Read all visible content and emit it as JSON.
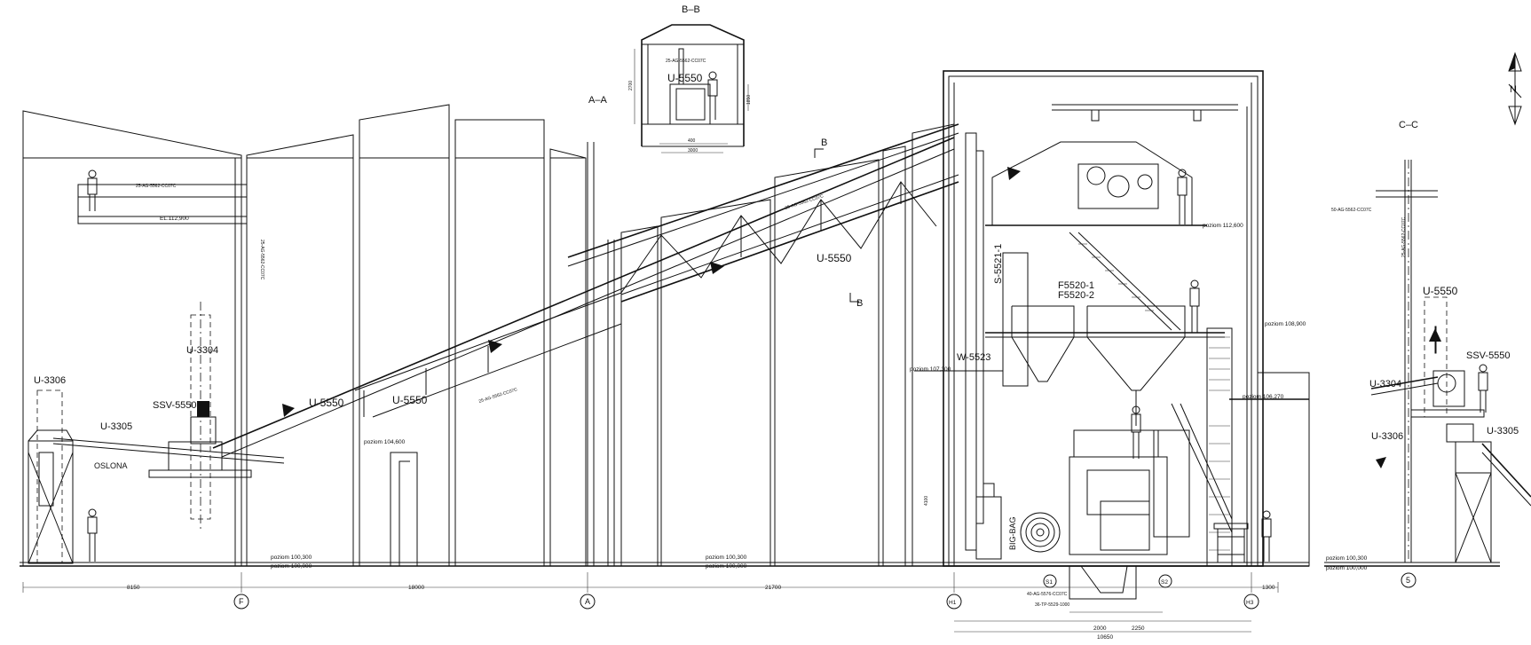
{
  "sections": {
    "bb": "B–B",
    "aa": "A–A",
    "cc": "C–C",
    "b_marker": "B"
  },
  "units": {
    "u5550": "U-5550",
    "u3304": "U-3304",
    "u3305": "U-3305",
    "u3306": "U-3306",
    "ssv5550": "SSV-5550",
    "s5521": "S-5521-1",
    "f5520_1": "F5520-1",
    "f5520_2": "F5520-2",
    "w5523": "W-5523",
    "oslona": "OSLONA",
    "bigbag": "BIG-BAG"
  },
  "pipes": {
    "p1": "25-AG-5562-CC07C",
    "p2": "25-AG-5562-CC07C",
    "p3": "25-AG-5562-CC07C",
    "p4": "25-AG-5562-CC07C",
    "p5": "25-AG-5562-CC07C",
    "p6": "50-AG-5562-CC07C",
    "p7": "25-AG-5562-CC07C",
    "p8": "40-AG-5576-CC07C",
    "p9": "36-TP-5529-1000"
  },
  "levels": {
    "el112900": "EL.112,900",
    "p112600": "poziom 112,600",
    "p108900": "poziom 108,900",
    "p107300": "poziom 107,300",
    "p106270": "poziom 106,270",
    "p104600": "poziom 104,600",
    "p100300": "poziom 100,300",
    "p100000": "poziom 100,000"
  },
  "dims": {
    "d8150": "8150",
    "d18000": "18000",
    "d21700": "21700",
    "d1300": "1300",
    "d2000": "2000",
    "d2250": "2250",
    "d10650": "10650",
    "d3000": "3000",
    "d400": "400",
    "d2700": "2700",
    "d1850": "1850",
    "d4100": "4100"
  },
  "axes": {
    "F": "F",
    "A": "A",
    "H1": "H1",
    "H3": "H3",
    "S1": "S1",
    "S2": "S2",
    "five": "5"
  },
  "north": "N"
}
